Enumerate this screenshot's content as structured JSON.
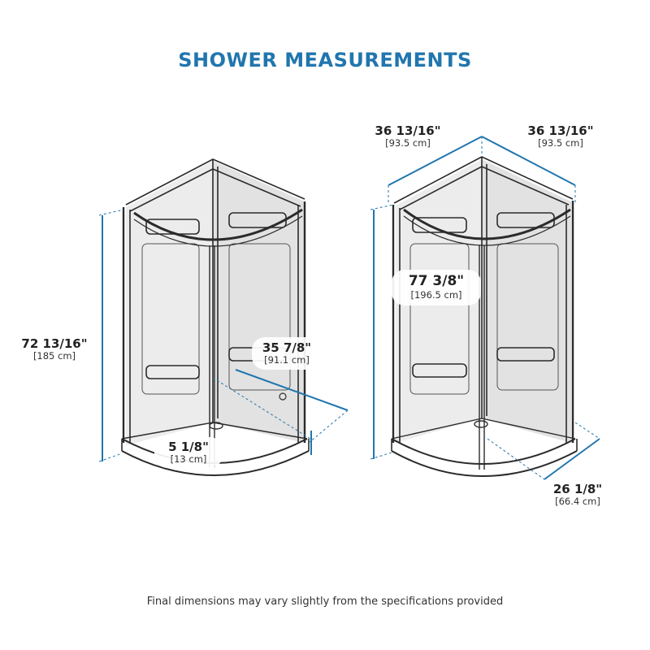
{
  "title": "SHOWER MEASUREMENTS",
  "footnote": "Final dimensions may vary slightly from the specifications provided",
  "colors": {
    "dimension_line": "#2176ae",
    "title": "#2176ae",
    "outline": "#2b2b2b",
    "glass": "#e6e6e6"
  },
  "left_view": {
    "height": {
      "imperial": "72 13/16\"",
      "metric": "[185 cm]"
    },
    "door_width": {
      "imperial": "35 7/8\"",
      "metric": "[91.1 cm]"
    },
    "base_height": {
      "imperial": "5 1/8\"",
      "metric": "[13 cm]"
    }
  },
  "right_view": {
    "width_left": {
      "imperial": "36 13/16\"",
      "metric": "[93.5 cm]"
    },
    "width_right": {
      "imperial": "36 13/16\"",
      "metric": "[93.5 cm]"
    },
    "total_height": {
      "imperial": "77 3/8\"",
      "metric": "[196.5 cm]"
    },
    "depth": {
      "imperial": "26 1/8\"",
      "metric": "[66.4 cm]"
    }
  }
}
